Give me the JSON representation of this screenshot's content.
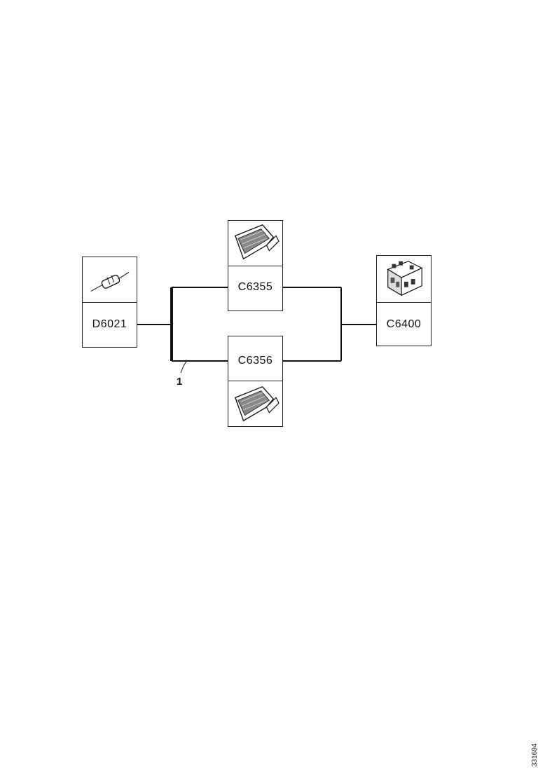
{
  "components": {
    "fuse": {
      "label": "D6021",
      "icon": "fuse-icon"
    },
    "connector_top": {
      "label": "C6355",
      "icon": "connector-plug-icon"
    },
    "connector_bottom": {
      "label": "C6356",
      "icon": "connector-plug-icon"
    },
    "module": {
      "label": "C6400",
      "icon": "module-connector-icon"
    }
  },
  "callout": {
    "label": "1"
  },
  "figure_id": "331694",
  "colors": {
    "line": "#111111",
    "border": "#222222"
  }
}
